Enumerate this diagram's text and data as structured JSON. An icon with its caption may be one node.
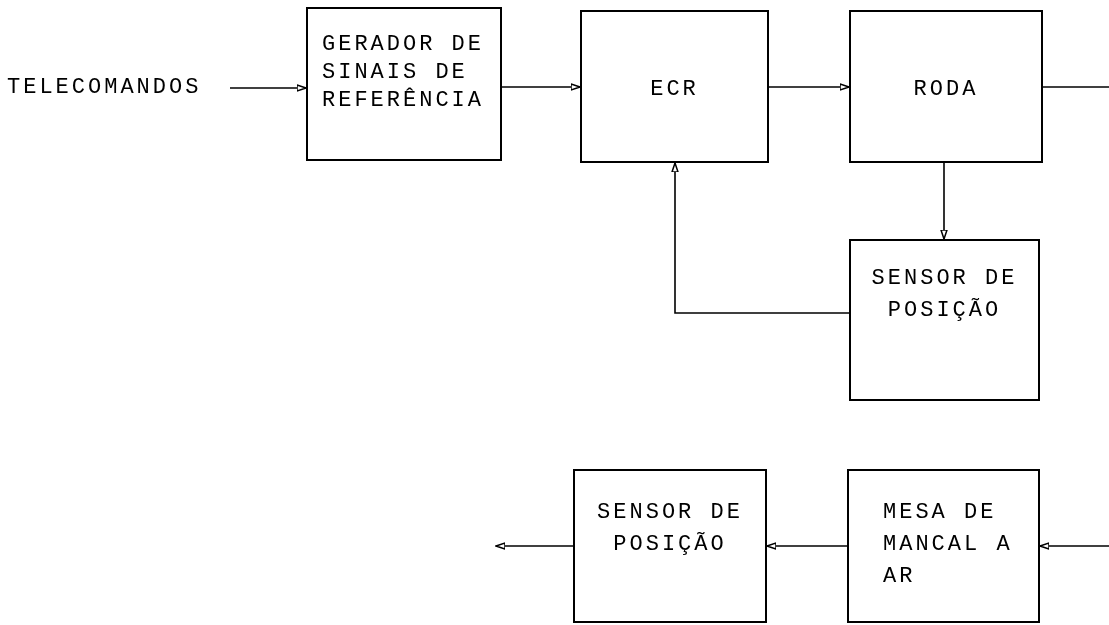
{
  "diagram": {
    "nodes": [
      {
        "text": [
          "TELECOMANDOS"
        ]
      },
      {
        "text": [
          "GERADOR DE SINAIS DE REFERÊNCIA"
        ]
      },
      {
        "text": [
          "ECR"
        ]
      },
      {
        "text": [
          "RODA"
        ]
      },
      {
        "text": [
          "SENSOR DE POSIÇÃO"
        ]
      },
      {
        "text": [
          "SENSOR DE POSIÇÃO"
        ]
      },
      {
        "text": [
          "MESA DE MANCAL A AR"
        ]
      }
    ],
    "edges": [
      {
        "from": 0,
        "to": 1,
        "arrow": "to"
      },
      {
        "from": 1,
        "to": 2,
        "arrow": "to"
      },
      {
        "from": 2,
        "to": 3,
        "arrow": "to"
      },
      {
        "from": 3,
        "to": null,
        "arrow": "none"
      },
      {
        "from": 3,
        "to": 4,
        "arrow": "to"
      },
      {
        "from": 4,
        "to": 2,
        "arrow": "to"
      },
      {
        "from": null,
        "to": 6,
        "arrow": "to"
      },
      {
        "from": 6,
        "to": 5,
        "arrow": "to"
      },
      {
        "from": 5,
        "to": null,
        "arrow": "to"
      }
    ]
  }
}
